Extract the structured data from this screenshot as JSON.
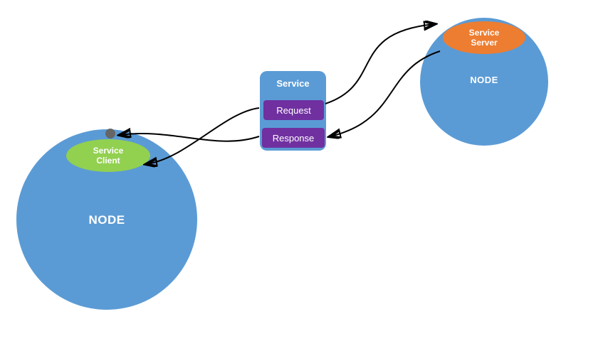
{
  "diagram": {
    "left_node": {
      "label": "NODE",
      "client": {
        "line1": "Service",
        "line2": "Client"
      }
    },
    "right_node": {
      "label": "NODE",
      "server": {
        "line1": "Service",
        "line2": "Server"
      }
    },
    "service_box": {
      "title": "Service",
      "request_label": "Request",
      "response_label": "Response"
    },
    "colors": {
      "node_blue": "#5b9bd5",
      "client_green": "#92d050",
      "server_orange": "#ed7d31",
      "action_purple": "#7030a0",
      "dot_gray": "#666666",
      "arrow_black": "#000000",
      "background": "#ffffff"
    }
  }
}
